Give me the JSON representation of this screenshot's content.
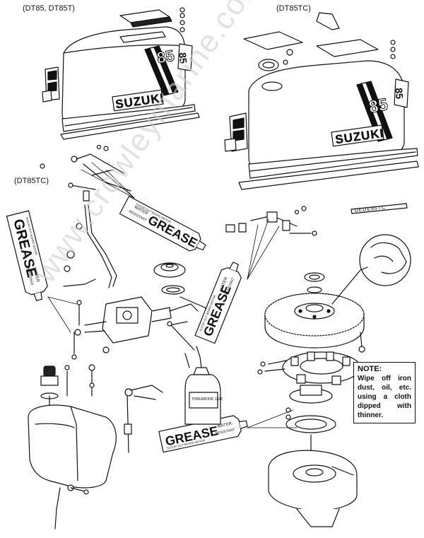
{
  "labels": {
    "top_left": "(DT85, DT85T)",
    "top_right": "(DT85TC)",
    "mid_left": "(DT85TC)"
  },
  "note": {
    "title": "NOTE:",
    "body": "Wipe off iron dust, oil, etc. using a cloth dipped with thinner."
  },
  "watermark": "www.crowleymarine.com",
  "cowl_decals": {
    "brand": "SUZUKI",
    "model": "85"
  },
  "tubes": {
    "grease_word": "GREASE",
    "water_word": "WATER",
    "resistant_word": "RESISTANT",
    "brand_text": "SUZUKI OUT BOARD MOTOR",
    "bond_text": "THREEBOND 1342"
  },
  "decal_strip": "DEDE85TC"
}
